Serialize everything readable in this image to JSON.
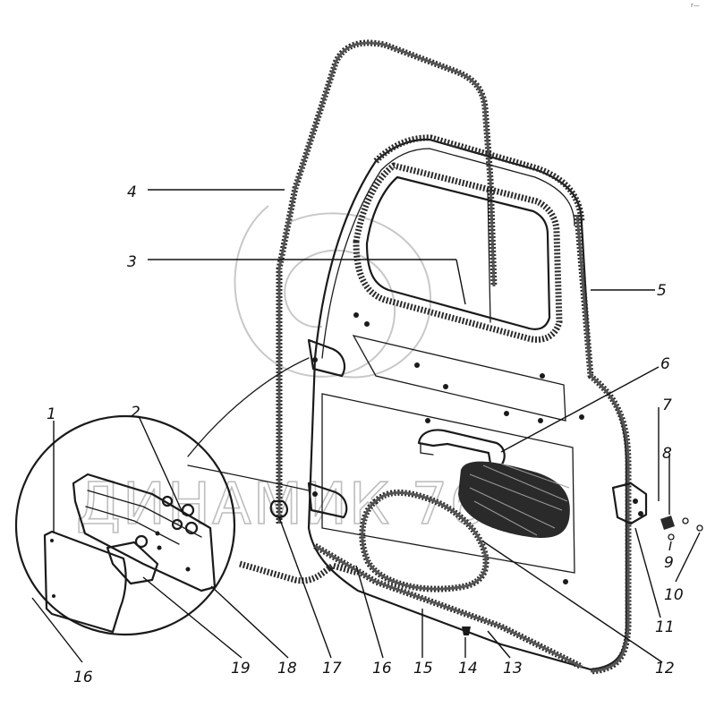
{
  "watermark": {
    "text": "ДИНАМИК 76"
  },
  "corner_mark": "r—",
  "callouts": [
    "1",
    "2",
    "3",
    "4",
    "5",
    "6",
    "7",
    "8",
    "9",
    "10",
    "11",
    "12",
    "13",
    "14",
    "15",
    "16",
    "16",
    "17",
    "18",
    "19"
  ]
}
